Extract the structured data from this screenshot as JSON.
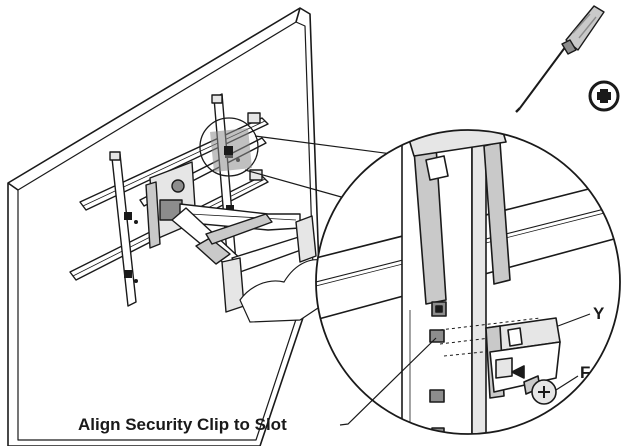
{
  "caption": "Align Security Clip to Slot",
  "callouts": {
    "y": "Y",
    "f": "F"
  },
  "tools": {
    "screwdriver": "screwdriver-icon",
    "screw_head": "phillips-head-icon"
  },
  "colors": {
    "line": "#1a1a1a",
    "fill_light": "#e6e6e6",
    "fill_mid": "#c9c9c9",
    "fill_dark": "#8d8d8d",
    "background": "#ffffff"
  }
}
